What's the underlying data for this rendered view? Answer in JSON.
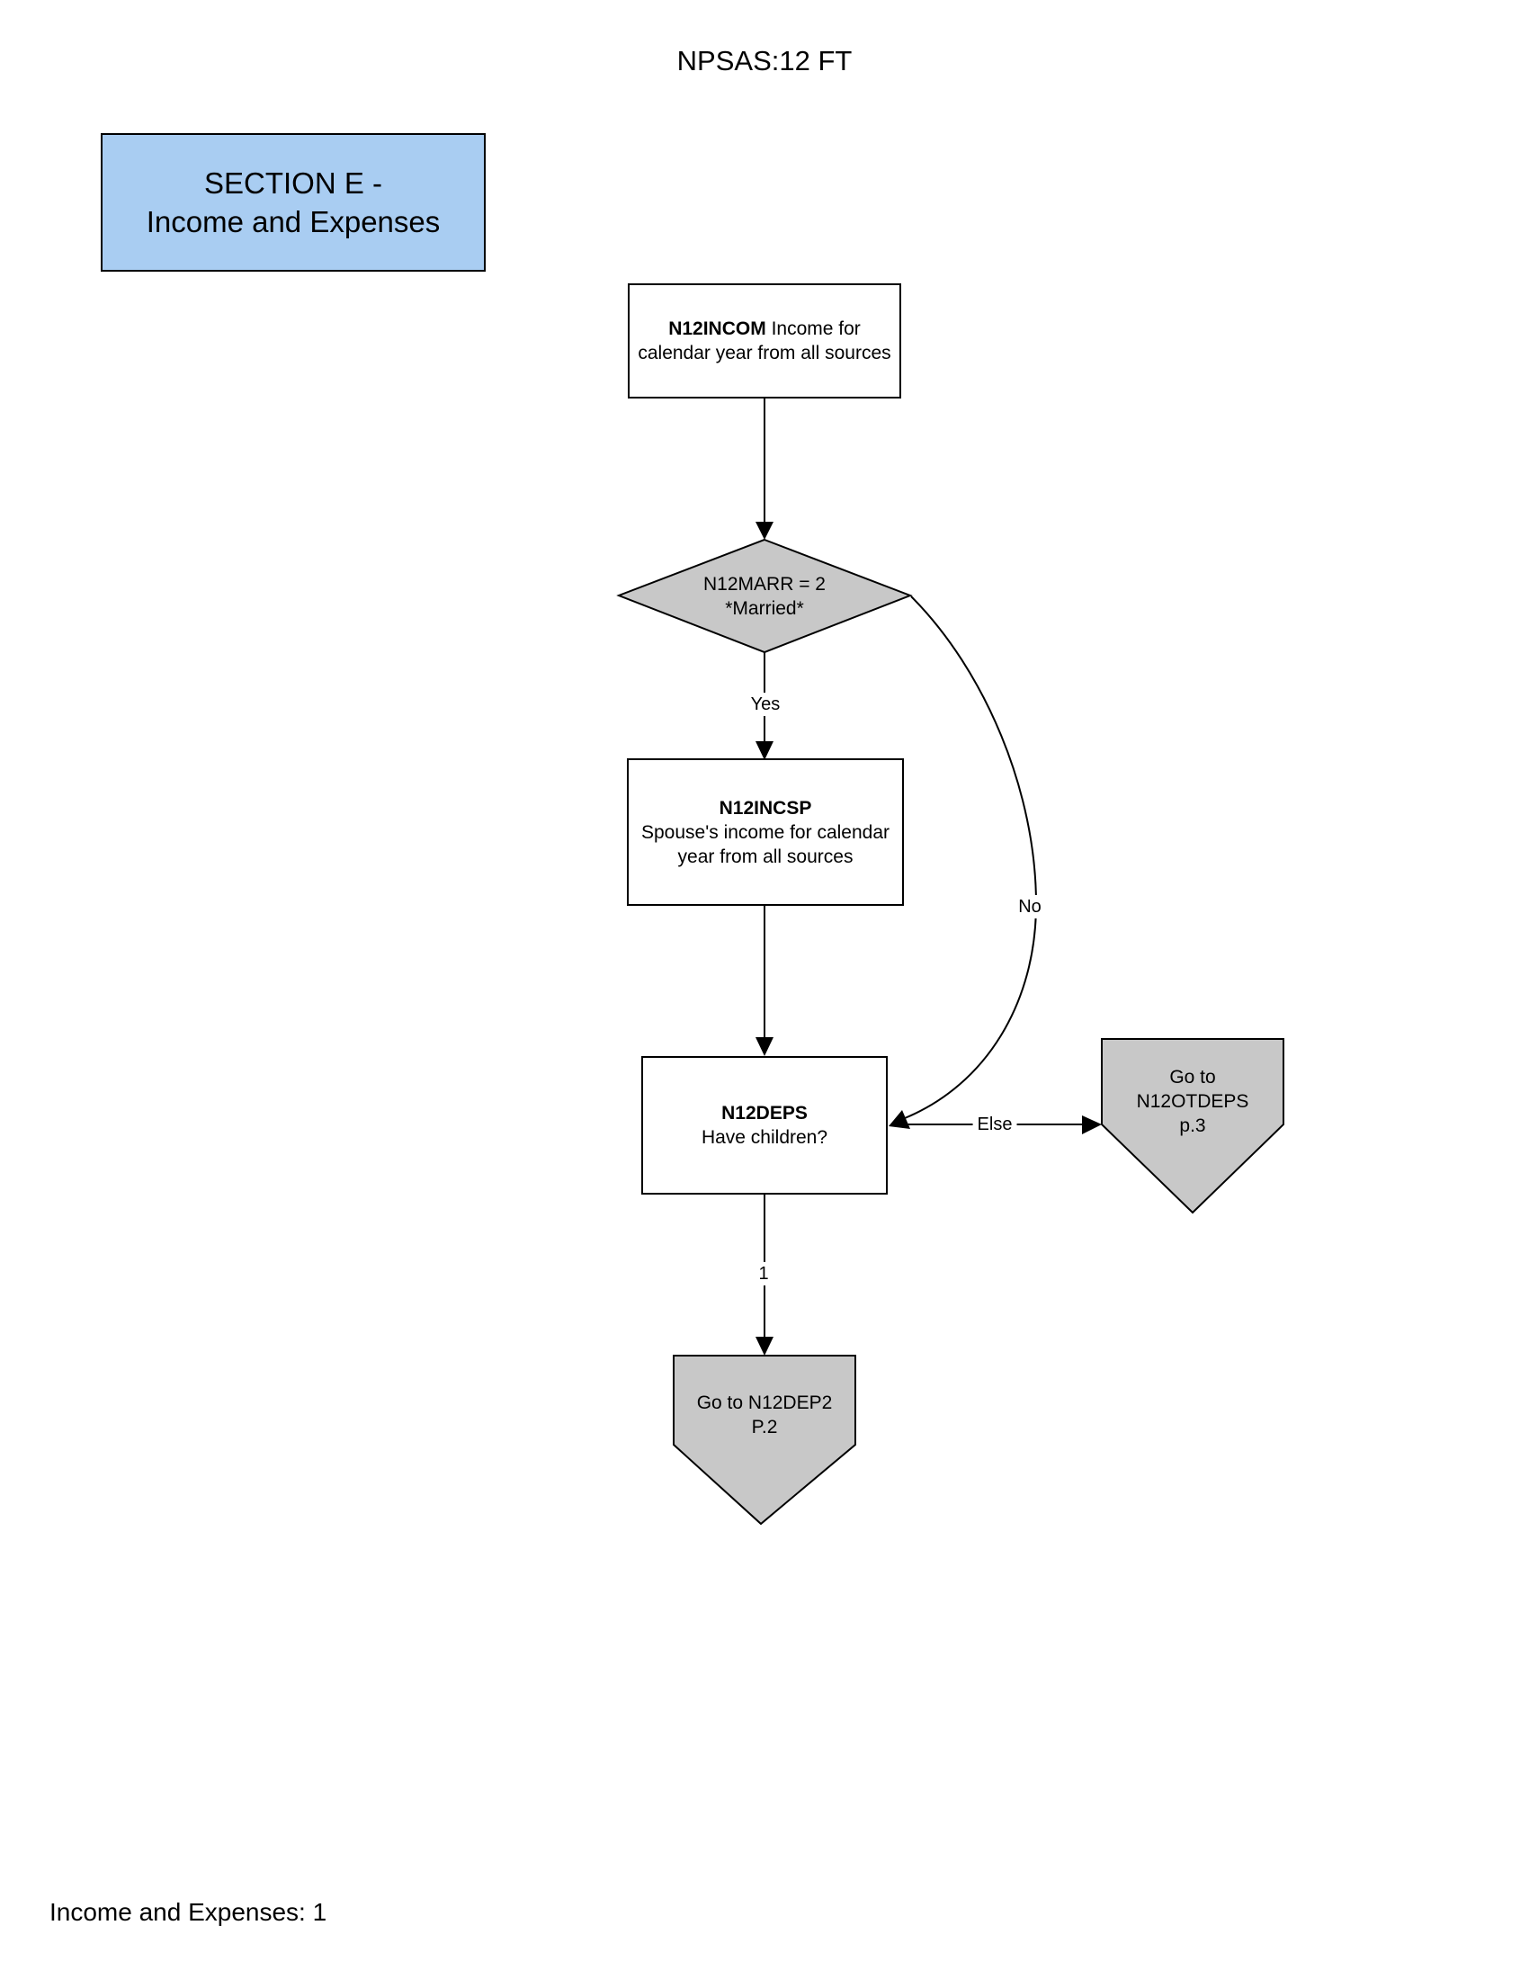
{
  "page": {
    "title": "NPSAS:12 FT",
    "footer": "Income and Expenses: 1"
  },
  "section_header": {
    "line1": "SECTION E -",
    "line2": "Income and Expenses"
  },
  "nodes": {
    "n12incom": {
      "id": "N12INCOM",
      "desc": "Income for calendar year from all sources"
    },
    "n12marr": {
      "line1": "N12MARR = 2",
      "line2": "*Married*"
    },
    "n12incsp": {
      "id": "N12INCSP",
      "desc": "Spouse's income for calendar year from all sources"
    },
    "n12deps": {
      "id": "N12DEPS",
      "desc": "Have children?"
    },
    "goto_otdeps": {
      "lines": [
        "Go to",
        "N12OTDEPS",
        "p.3"
      ]
    },
    "goto_dep2": {
      "lines": [
        "Go to N12DEP2",
        "P.2"
      ]
    }
  },
  "edge_labels": {
    "yes": "Yes",
    "no": "No",
    "else": "Else",
    "one": "1"
  },
  "colors": {
    "page_bg": "#FFFFFF",
    "section_blue": "#A9CDF2",
    "shape_gray": "#C8C8C8",
    "line_black": "#000000"
  }
}
